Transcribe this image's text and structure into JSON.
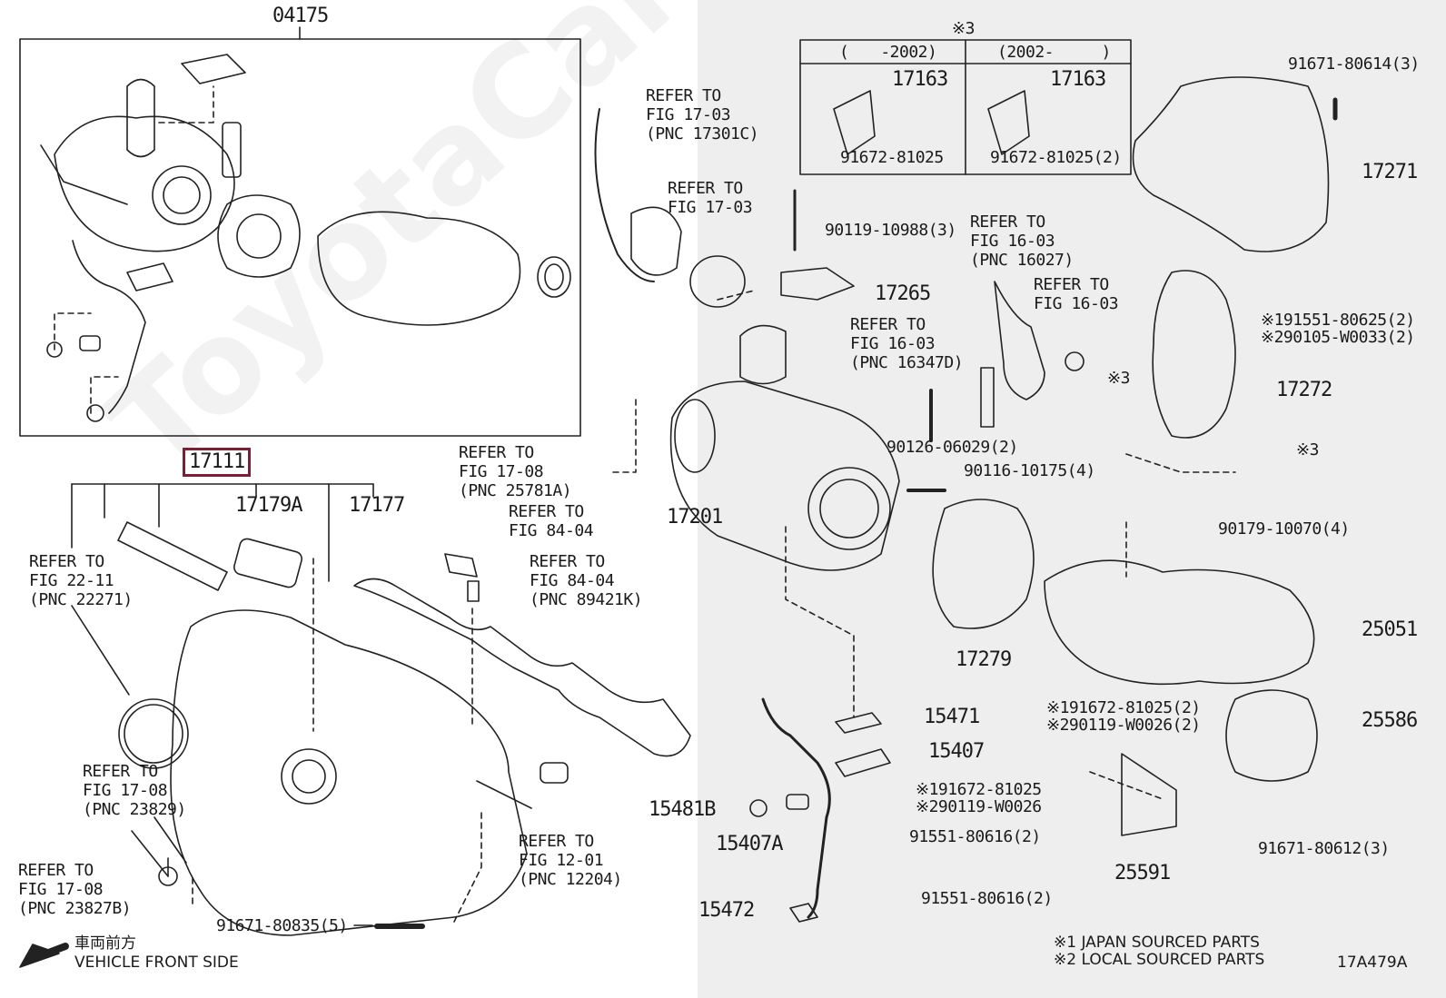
{
  "watermark": "ToyotaCarMine.ru",
  "diagram_code": "17A479A",
  "labels": {
    "l04175": "04175",
    "l17111": "17111",
    "l17179A": "17179A",
    "l17177": "17177",
    "l17201": "17201",
    "l17265": "17265",
    "l17271": "17271",
    "l17272": "17272",
    "l17279": "17279",
    "l25051": "25051",
    "l25586": "25586",
    "l25591": "25591",
    "l15471": "15471",
    "l15407": "15407",
    "l15481B": "15481B",
    "l15407A": "15407A",
    "l15472": "15472",
    "l17163a": "17163",
    "l17163b": "17163",
    "p91672_81025": "91672-81025",
    "p91672_81025_2": "91672-81025(2)",
    "p91671_80614": "91671-80614(3)",
    "p90119_10988": "90119-10988(3)",
    "p91551_80625": "※191551-80625(2)",
    "p90105_W0033": "※290105-W0033(2)",
    "p90126_06029": "90126-06029(2)",
    "p90116_10175": "90116-10175(4)",
    "p90179_10070": "90179-10070(4)",
    "p91672_81025_j2": "※191672-81025(2)",
    "p90119_W0026_l2": "※290119-W0026(2)",
    "p91672_81025_j": "※191672-81025",
    "p90119_W0026_l": "※290119-W0026",
    "p91551_80616a": "91551-80616(2)",
    "p91551_80616b": "91551-80616(2)",
    "p91671_80612": "91671-80612(3)",
    "p91671_80835": "91671-80835(5)",
    "mark3a": "※3",
    "mark3b": "※3",
    "mark3c": "※3"
  },
  "table": {
    "title": "※3",
    "col1": "(　　-2002)",
    "col2": "(2002-　　　)"
  },
  "refs": {
    "r17301C": "REFER TO\nFIG 17-03\n(PNC 17301C)",
    "r17_03": "REFER TO\nFIG 17-03",
    "r16027": "REFER TO\nFIG 16-03\n(PNC 16027)",
    "r16_03": "REFER TO\nFIG 16-03",
    "r16347D": "REFER TO\nFIG 16-03\n(PNC 16347D)",
    "r25781A": "REFER TO\nFIG 17-08\n(PNC 25781A)",
    "r84_04a": "REFER TO\nFIG 84-04",
    "r89421K": "REFER TO\nFIG 84-04\n(PNC 89421K)",
    "r22271": "REFER TO\nFIG 22-11\n(PNC 22271)",
    "r23829": "REFER TO\nFIG 17-08\n(PNC 23829)",
    "r23827B": "REFER TO\nFIG 17-08\n(PNC 23827B)",
    "r12204": "REFER TO\nFIG 12-01\n(PNC 12204)"
  },
  "legend": {
    "note1": "※1  JAPAN SOURCED PARTS",
    "note2": "※2  LOCAL SOURCED PARTS"
  },
  "front": {
    "jp": "車両前方",
    "en": "VEHICLE FRONT SIDE"
  }
}
